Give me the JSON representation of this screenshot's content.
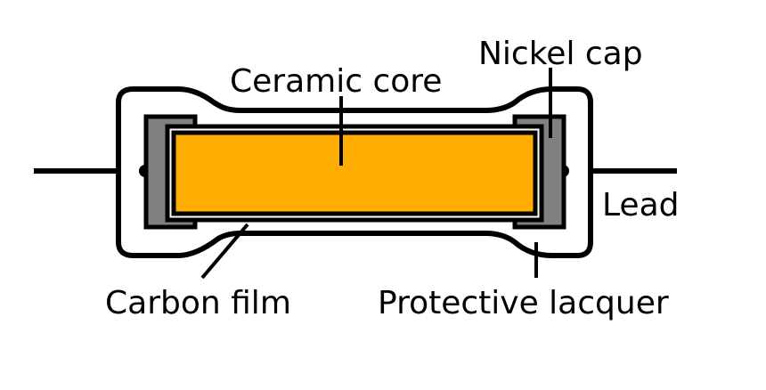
{
  "labels": {
    "ceramic_core": "Ceramic core",
    "nickel_cap": "Nickel cap",
    "lead": "Lead",
    "carbon_film": "Carbon film",
    "protective_lacquer": "Protective lacquer"
  },
  "colors": {
    "ceramic_core": "#ffad00",
    "nickel_cap": "#808080",
    "outline": "#000000",
    "background": "#ffffff"
  }
}
